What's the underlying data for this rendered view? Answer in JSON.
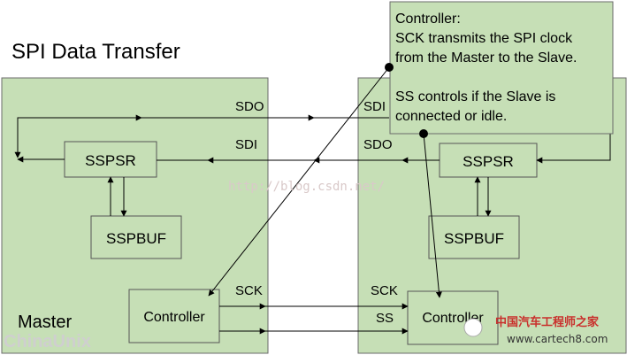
{
  "title": "SPI Data Transfer",
  "master": {
    "name": "Master",
    "sspsr": "SSPSR",
    "sspbuf": "SSPBUF",
    "controller": "Controller",
    "sdo": "SDO",
    "sdi": "SDI",
    "sck": "SCK"
  },
  "slave": {
    "sspsr": "SSPSR",
    "sspbuf": "SSPBUF",
    "controller": "Controller",
    "sdi": "SDI",
    "sdo": "SDO",
    "sck": "SCK",
    "ss": "SS"
  },
  "callout": {
    "heading": "Controller:",
    "line1": "SCK transmits the SPI clock",
    "line2": "from the Master to the Slave.",
    "line3": "SS controls if the Slave is",
    "line4": "connected or idle."
  },
  "watermarks": {
    "blog": "http://blog.csdn.net/",
    "chinaunix": "ChinaUnix",
    "cartech_cn": "中国汽车工程师之家",
    "cartech_url": "www.cartech8.com"
  },
  "colors": {
    "box_fill": "#c6dfb6",
    "box_stroke": "#6b6b6b",
    "callout_fill": "#c6dfb6",
    "line": "#000000"
  }
}
